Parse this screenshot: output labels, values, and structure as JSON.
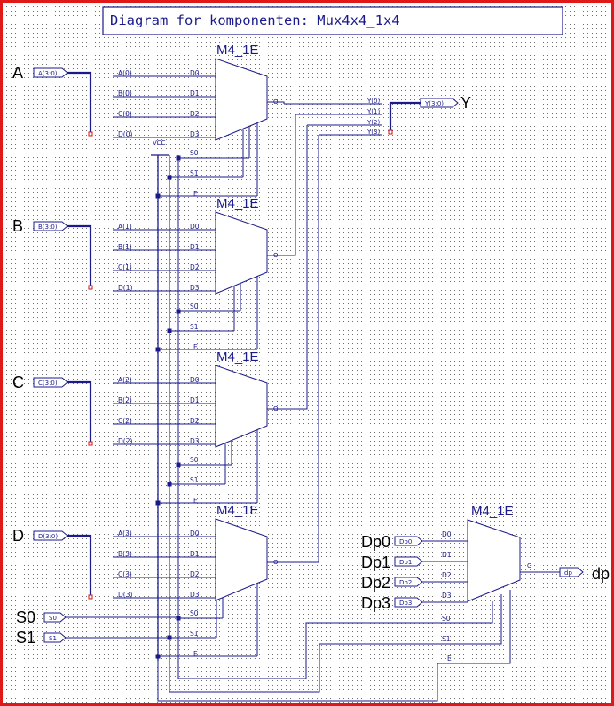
{
  "title": "Diagram for komponenten:  Mux4x4_1x4",
  "component_name": "M4_1E",
  "vcc_label": "VCC",
  "muxes": [
    {
      "name": "M4_1E",
      "inputs": [
        "A(0)",
        "B(0)",
        "C(0)",
        "D(0)"
      ]
    },
    {
      "name": "M4_1E",
      "inputs": [
        "A(1)",
        "B(1)",
        "C(1)",
        "D(1)"
      ]
    },
    {
      "name": "M4_1E",
      "inputs": [
        "A(2)",
        "B(2)",
        "C(2)",
        "D(2)"
      ]
    },
    {
      "name": "M4_1E",
      "inputs": [
        "A(3)",
        "B(3)",
        "C(3)",
        "D(3)"
      ]
    },
    {
      "name": "M4_1E",
      "inputs": [
        "",
        "",
        "",
        ""
      ]
    }
  ],
  "pins": {
    "data": [
      "D0",
      "D1",
      "D2",
      "D3"
    ],
    "select": [
      "S0",
      "S1"
    ],
    "enable": "E",
    "output": "O"
  },
  "bus_inputs": [
    {
      "label": "A",
      "port": "A(3:0)"
    },
    {
      "label": "B",
      "port": "B(3:0)"
    },
    {
      "label": "C",
      "port": "C(3:0)"
    },
    {
      "label": "D",
      "port": "D(3:0)"
    }
  ],
  "select_inputs": [
    {
      "label": "S0",
      "port": "S0"
    },
    {
      "label": "S1",
      "port": "S1"
    }
  ],
  "dp_inputs": [
    {
      "label": "Dp0",
      "port": "Dp0"
    },
    {
      "label": "Dp1",
      "port": "Dp1"
    },
    {
      "label": "Dp2",
      "port": "Dp2"
    },
    {
      "label": "Dp3",
      "port": "Dp3"
    }
  ],
  "output_bus": {
    "label": "Y",
    "port": "Y(3:0)",
    "bits": [
      "Y(0)",
      "Y(1)",
      "Y(2)",
      "Y(3)"
    ]
  },
  "dp_output": {
    "label": "dp",
    "port": "dp"
  }
}
